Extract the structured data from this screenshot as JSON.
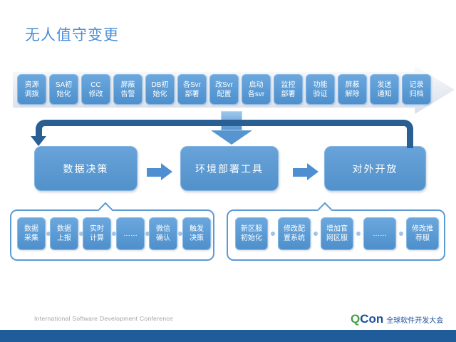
{
  "colors": {
    "title_blue": "#4a8fd6",
    "box_blue": "#5b9bd5",
    "connector_dark_blue": "#2a5f94",
    "arrow_blue": "#4e8fd2",
    "footer_bar_blue": "#1f5c99",
    "logo_green": "#43a047",
    "logo_navy": "#1e4f9c"
  },
  "title": "无人值守变更",
  "banner": {
    "steps": [
      {
        "line1": "资源",
        "line2": "调拨"
      },
      {
        "line1": "SA初",
        "line2": "始化"
      },
      {
        "line1": "CC",
        "line2": "修改"
      },
      {
        "line1": "屏蔽",
        "line2": "告警"
      },
      {
        "line1": "DB初",
        "line2": "始化"
      },
      {
        "line1": "各Svr",
        "line2": "部署"
      },
      {
        "line1": "改Svr",
        "line2": "配置"
      },
      {
        "line1": "启动",
        "line2": "各svr"
      },
      {
        "line1": "监控",
        "line2": "部署"
      },
      {
        "line1": "功能",
        "line2": "验证"
      },
      {
        "line1": "屏蔽",
        "line2": "解除"
      },
      {
        "line1": "发送",
        "line2": "通知"
      },
      {
        "line1": "记录",
        "line2": "归档"
      }
    ]
  },
  "main_flow": {
    "boxes": [
      {
        "label": "数据决策"
      },
      {
        "label": "环境部署工具"
      },
      {
        "label": "对外开放"
      }
    ]
  },
  "left_group": {
    "steps": [
      {
        "line1": "数据",
        "line2": "采集"
      },
      {
        "line1": "数据",
        "line2": "上报"
      },
      {
        "line1": "实时",
        "line2": "计算"
      },
      {
        "line1": "……",
        "line2": ""
      },
      {
        "line1": "微信",
        "line2": "确认"
      },
      {
        "line1": "触发",
        "line2": "决策"
      }
    ]
  },
  "right_group": {
    "steps": [
      {
        "line1": "新区服",
        "line2": "初始化"
      },
      {
        "line1": "修改配",
        "line2": "置系统"
      },
      {
        "line1": "增加官",
        "line2": "网区服"
      },
      {
        "line1": "……",
        "line2": ""
      },
      {
        "line1": "修改推",
        "line2": "荐服"
      }
    ]
  },
  "footer": {
    "conference_name": "International Software Development Conference",
    "logo": {
      "q": "Q",
      "con": "Con",
      "tagline": "全球软件开发大会"
    }
  }
}
